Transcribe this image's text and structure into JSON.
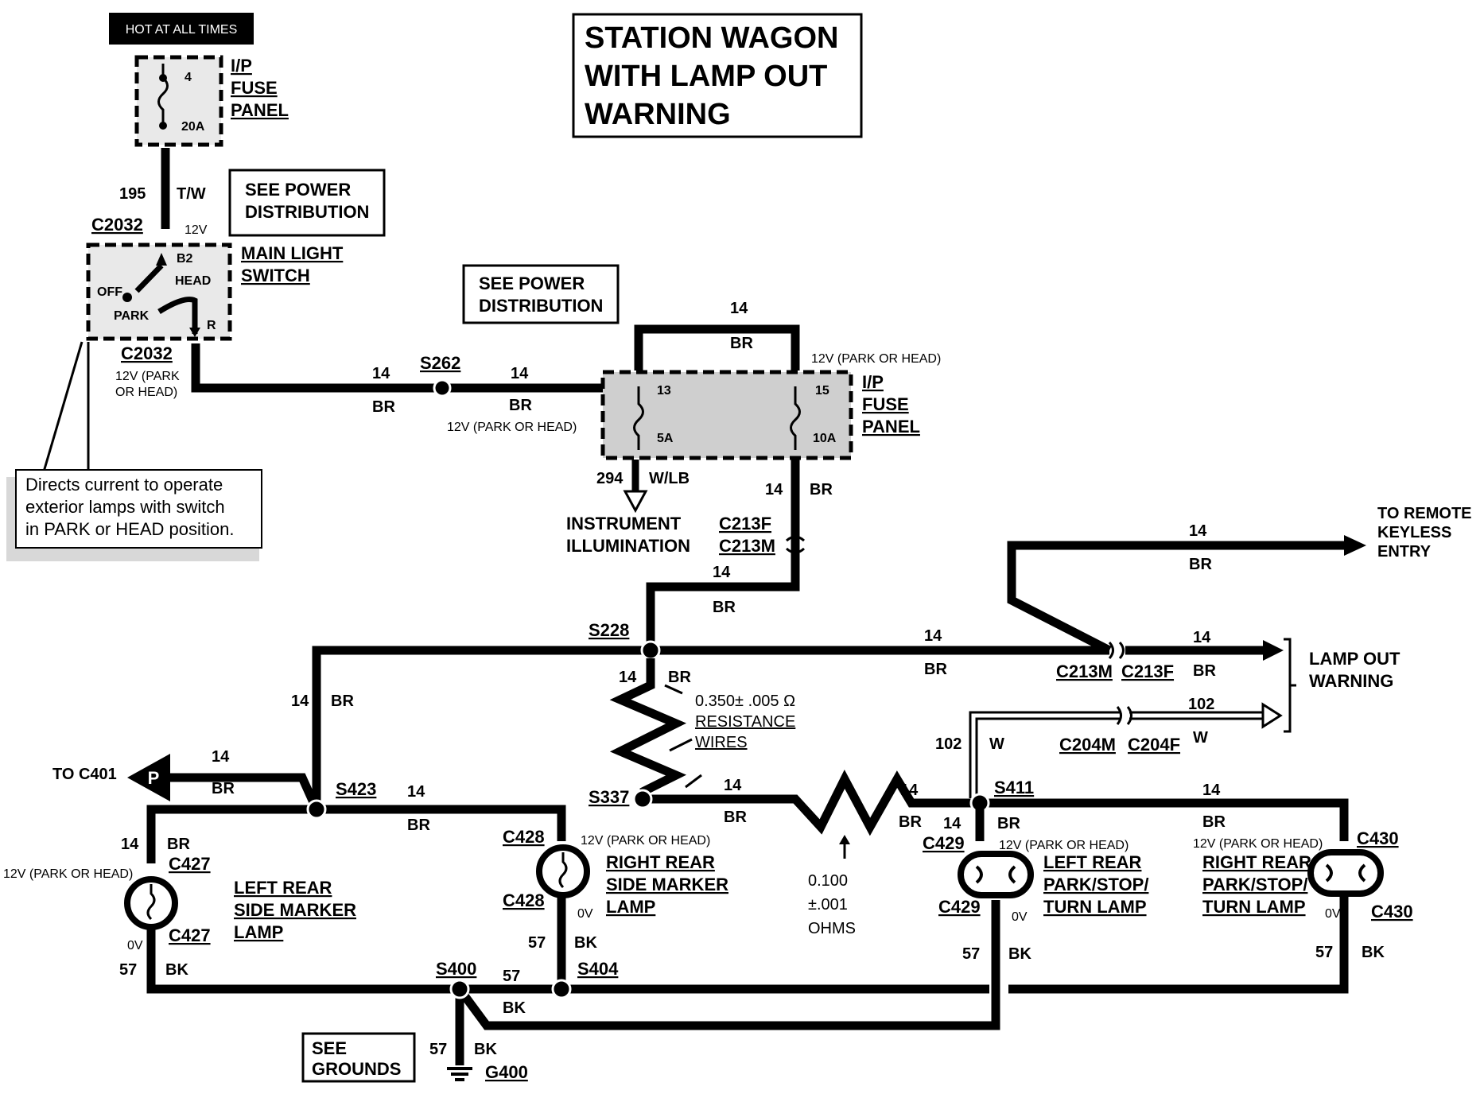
{
  "title": [
    "STATION WAGON",
    "WITH LAMP OUT",
    "WARNING"
  ],
  "hot_at_all_times": "HOT AT ALL TIMES",
  "fuse_panel_top": {
    "label": [
      "I/P",
      "FUSE",
      "PANEL"
    ],
    "fuse_number": "4",
    "fuse_rating": "20A"
  },
  "see_power_distribution": [
    "SEE POWER",
    "DISTRIBUTION"
  ],
  "wire_195": {
    "circuit": "195",
    "color": "T/W"
  },
  "c2032_top": "C2032",
  "c2032_top_voltage": "12V",
  "main_light_switch": {
    "label": [
      "MAIN LIGHT",
      "SWITCH"
    ],
    "b2": "B2",
    "head": "HEAD",
    "off": "OFF",
    "park": "PARK",
    "r": "R"
  },
  "c2032_bottom": "C2032",
  "c2032_bottom_voltage": [
    "12V (PARK",
    "OR HEAD)"
  ],
  "note": [
    "Directs current to operate",
    "exterior lamps with switch",
    "in PARK or HEAD position."
  ],
  "gauge": "14",
  "br": "BR",
  "bk": "BK",
  "w": "W",
  "s262": "S262",
  "voltage_park_head": "12V (PARK OR HEAD)",
  "fuse_panel_mid": {
    "label": [
      "I/P",
      "FUSE",
      "PANEL"
    ],
    "fuse_13": "13",
    "fuse_13_rating": "5A",
    "fuse_15": "15",
    "fuse_15_rating": "10A"
  },
  "wire_294": {
    "circuit": "294",
    "color": "W/LB"
  },
  "instrument_illumination": [
    "INSTRUMENT",
    "ILLUMINATION"
  ],
  "c213f": "C213F",
  "c213m": "C213M",
  "to_remote_keyless_entry": [
    "TO REMOTE",
    "KEYLESS",
    "ENTRY"
  ],
  "s228": "S228",
  "lamp_out_warning": [
    "LAMP OUT",
    "WARNING"
  ],
  "wire_102": "102",
  "c204m": "C204M",
  "c204f": "C204F",
  "resistance_wires": {
    "value": "0.350± .005 Ω",
    "label": [
      "RESISTANCE",
      "WIRES"
    ]
  },
  "to_c401": "TO C401",
  "connector_p": "P",
  "s423": "S423",
  "s337": "S337",
  "s411": "S411",
  "resistor_2": [
    "0.100",
    "±.001",
    "OHMS"
  ],
  "c427": "C427",
  "c428": "C428",
  "c429": "C429",
  "c430": "C430",
  "left_rear_side_marker": [
    "LEFT REAR",
    "SIDE MARKER",
    "LAMP"
  ],
  "right_rear_side_marker": [
    "RIGHT REAR",
    "SIDE MARKER",
    "LAMP"
  ],
  "left_rear_park": [
    "LEFT REAR",
    "PARK/STOP/",
    "TURN LAMP"
  ],
  "right_rear_park": [
    "RIGHT REAR",
    "PARK/STOP/",
    "TURN LAMP"
  ],
  "zero_v": "0V",
  "wire_57": "57",
  "s400": "S400",
  "s404": "S404",
  "see_grounds": [
    "SEE",
    "GROUNDS"
  ],
  "g400": "G400"
}
